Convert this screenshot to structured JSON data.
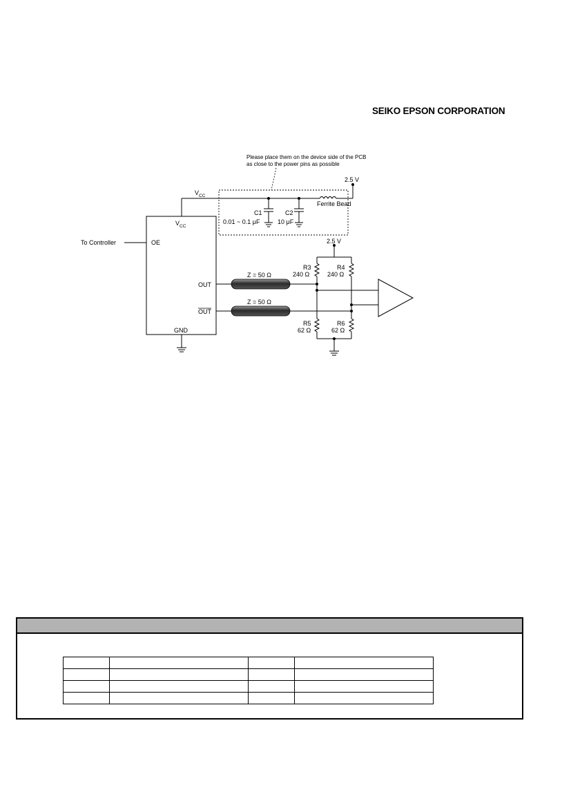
{
  "header": {
    "corporation": "SEIKO EPSON CORPORATION"
  },
  "schematic": {
    "note_line1": "Please place them on the device side of the PCB",
    "note_line2": "as close to the power pins as possible",
    "vcc_label": "V",
    "vcc_sub": "CC",
    "supply_top": "2.5 V",
    "supply_bottom": "2.5 V",
    "ferrite": "Ferrite Bead",
    "c1": {
      "name": "C1",
      "value": "0.01 ~ 0.1 μF"
    },
    "c2": {
      "name": "C2",
      "value": "10 μF"
    },
    "to_controller": "To Controller",
    "pin_oe": "OE",
    "pin_vcc": "V",
    "pin_vcc_sub": "CC",
    "pin_out": "OUT",
    "pin_outbar": "OUT",
    "pin_gnd": "GND",
    "z_top": "Z = 50 Ω",
    "z_bot": "Z = 50 Ω",
    "r3": {
      "name": "R3",
      "value": "240 Ω"
    },
    "r4": {
      "name": "R4",
      "value": "240 Ω"
    },
    "r5": {
      "name": "R5",
      "value": "62 Ω"
    },
    "r6": {
      "name": "R6",
      "value": "62 Ω"
    }
  },
  "table": {
    "rows": [
      [
        "",
        "",
        "",
        ""
      ],
      [
        "",
        "",
        "",
        ""
      ],
      [
        "",
        "",
        "",
        ""
      ],
      [
        "",
        "",
        "",
        ""
      ]
    ]
  }
}
